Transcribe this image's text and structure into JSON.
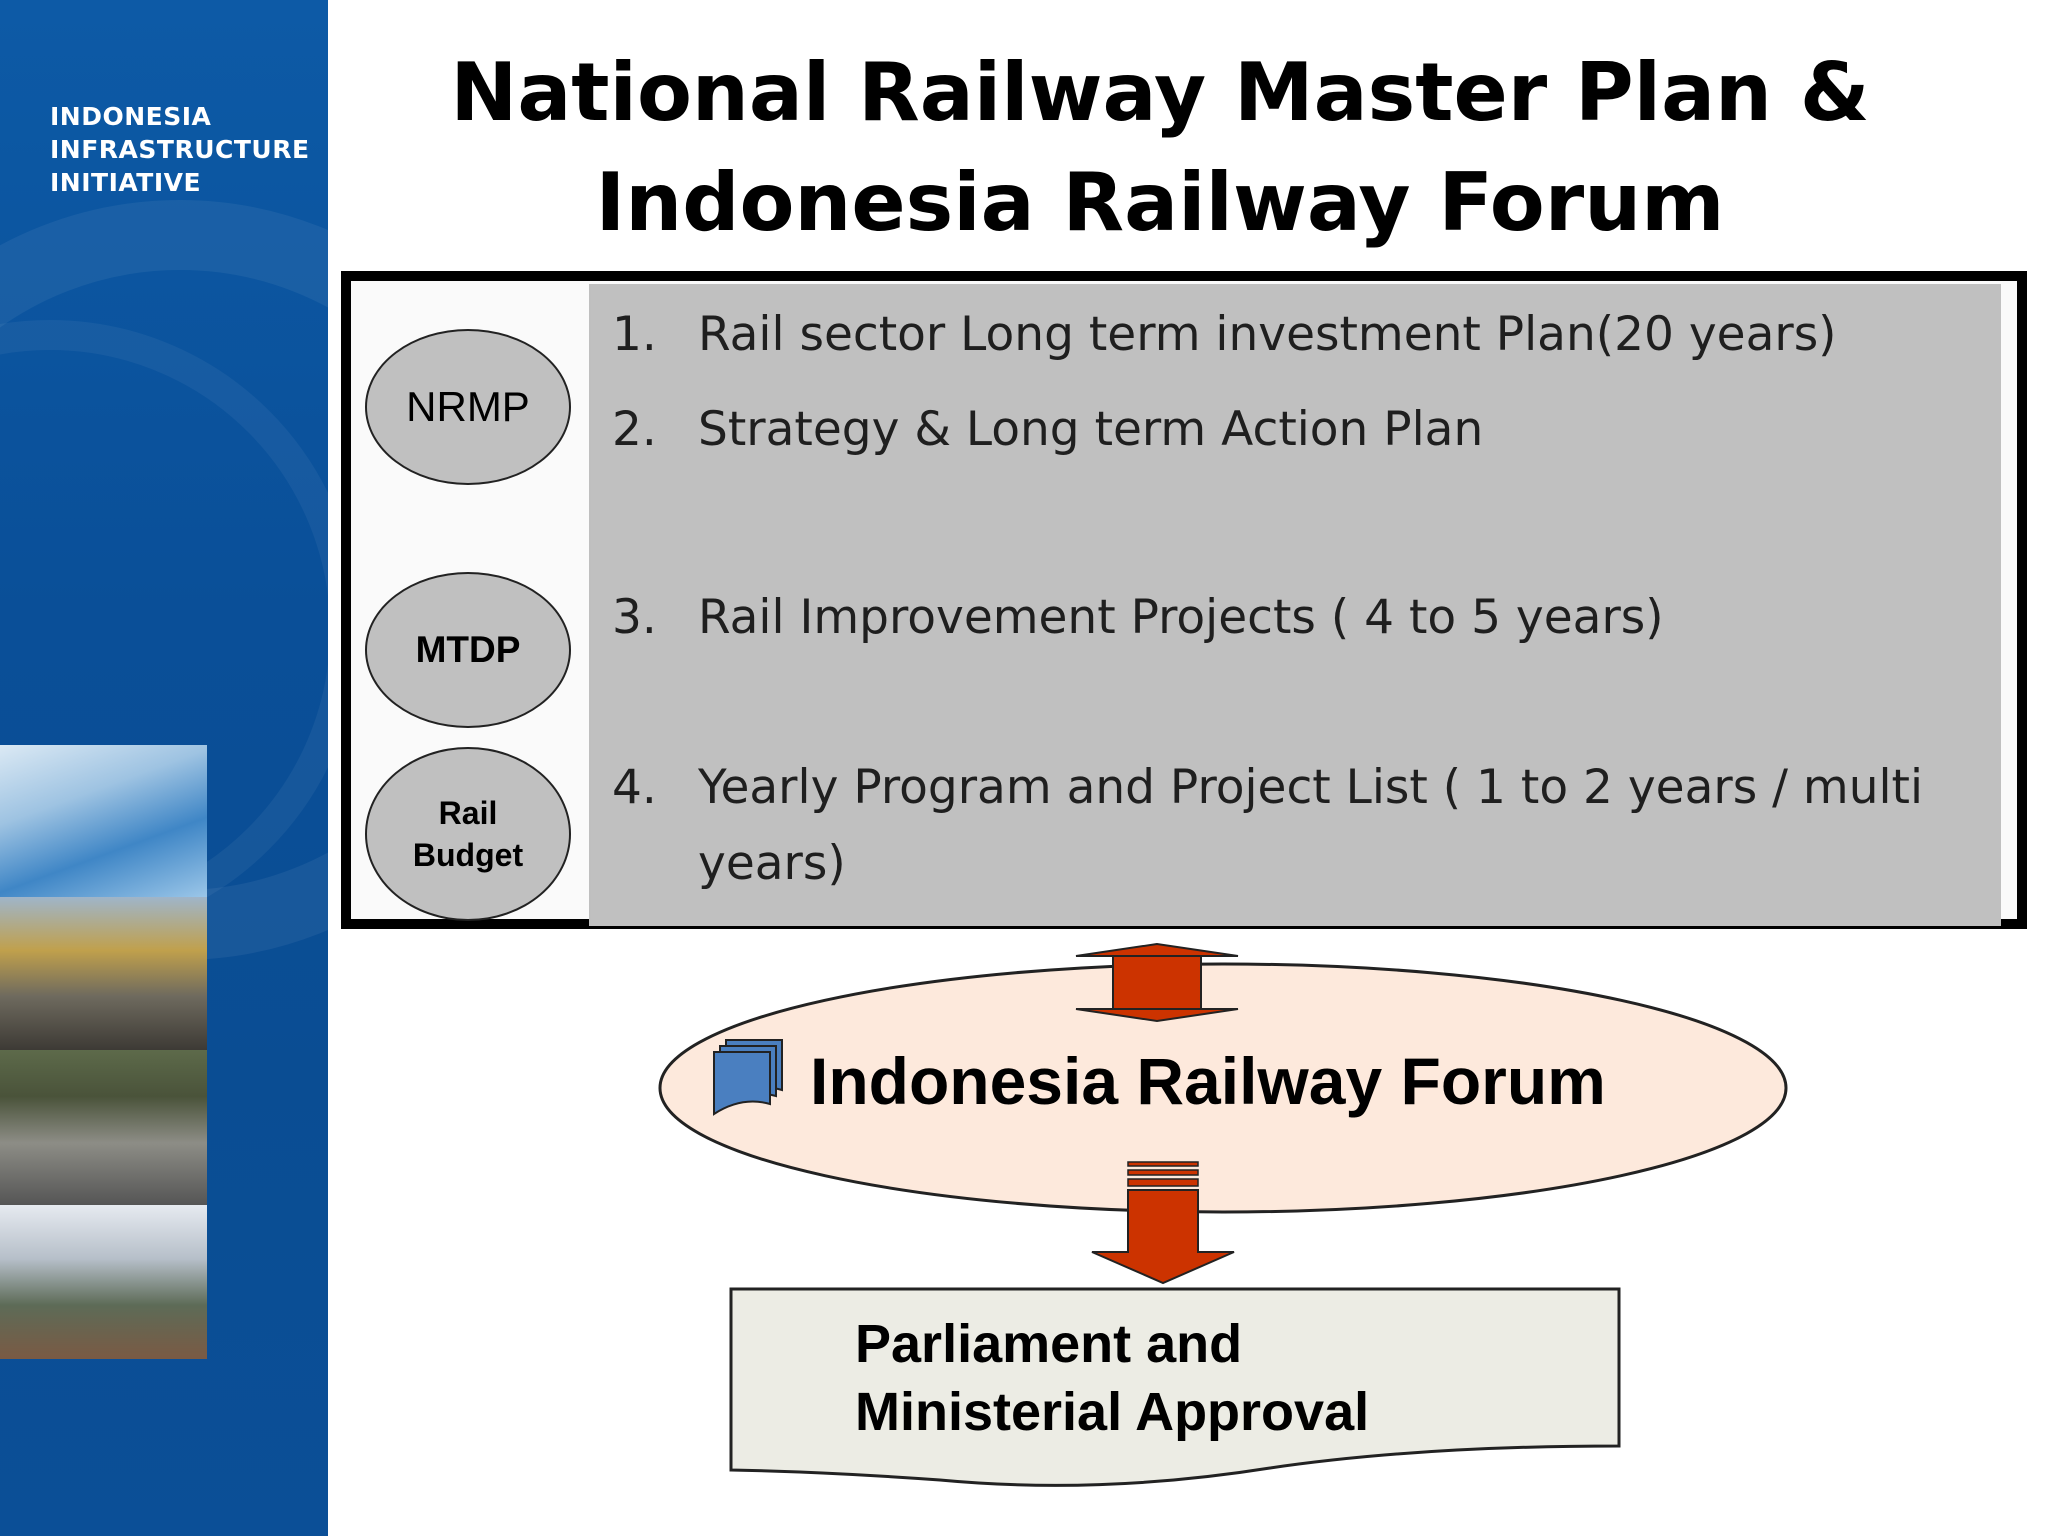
{
  "sidebar": {
    "brand_lines": [
      "INDONESIA",
      "INFRASTRUCTURE",
      "INITIATIVE"
    ],
    "photos": [
      "water-photo",
      "port-photo",
      "road-photo",
      "railway-photo"
    ]
  },
  "title": {
    "line1": "National Railway Master Plan &",
    "line2": "Indonesia Railway Forum"
  },
  "plan_box": {
    "ovals": {
      "nrmp": "NRMP",
      "mtdp": "MTDP",
      "rail_budget_line1": "Rail",
      "rail_budget_line2": "Budget"
    },
    "items": [
      {
        "number": "1.",
        "text": "Rail sector Long term investment Plan(20 years)"
      },
      {
        "number": "2.",
        "text": "Strategy & Long term Action Plan"
      },
      {
        "number": "3.",
        "text": "Rail Improvement Projects ( 4 to 5 years)"
      },
      {
        "number": "4.",
        "text": "Yearly Program and Project List ( 1 to 2 years / multi years)"
      }
    ]
  },
  "forum": {
    "label": "Indonesia Railway Forum",
    "icon": "document-stack-icon"
  },
  "approval": {
    "line1": "Parliament and",
    "line2": "Ministerial Approval"
  },
  "colors": {
    "sidebar_blue": "#0a4f98",
    "panel_gray": "#c0c0c0",
    "arrow_red": "#cc3300",
    "forum_fill": "#fde9dc",
    "approval_fill": "#ececE4",
    "doc_blue": "#4a7fc0"
  }
}
